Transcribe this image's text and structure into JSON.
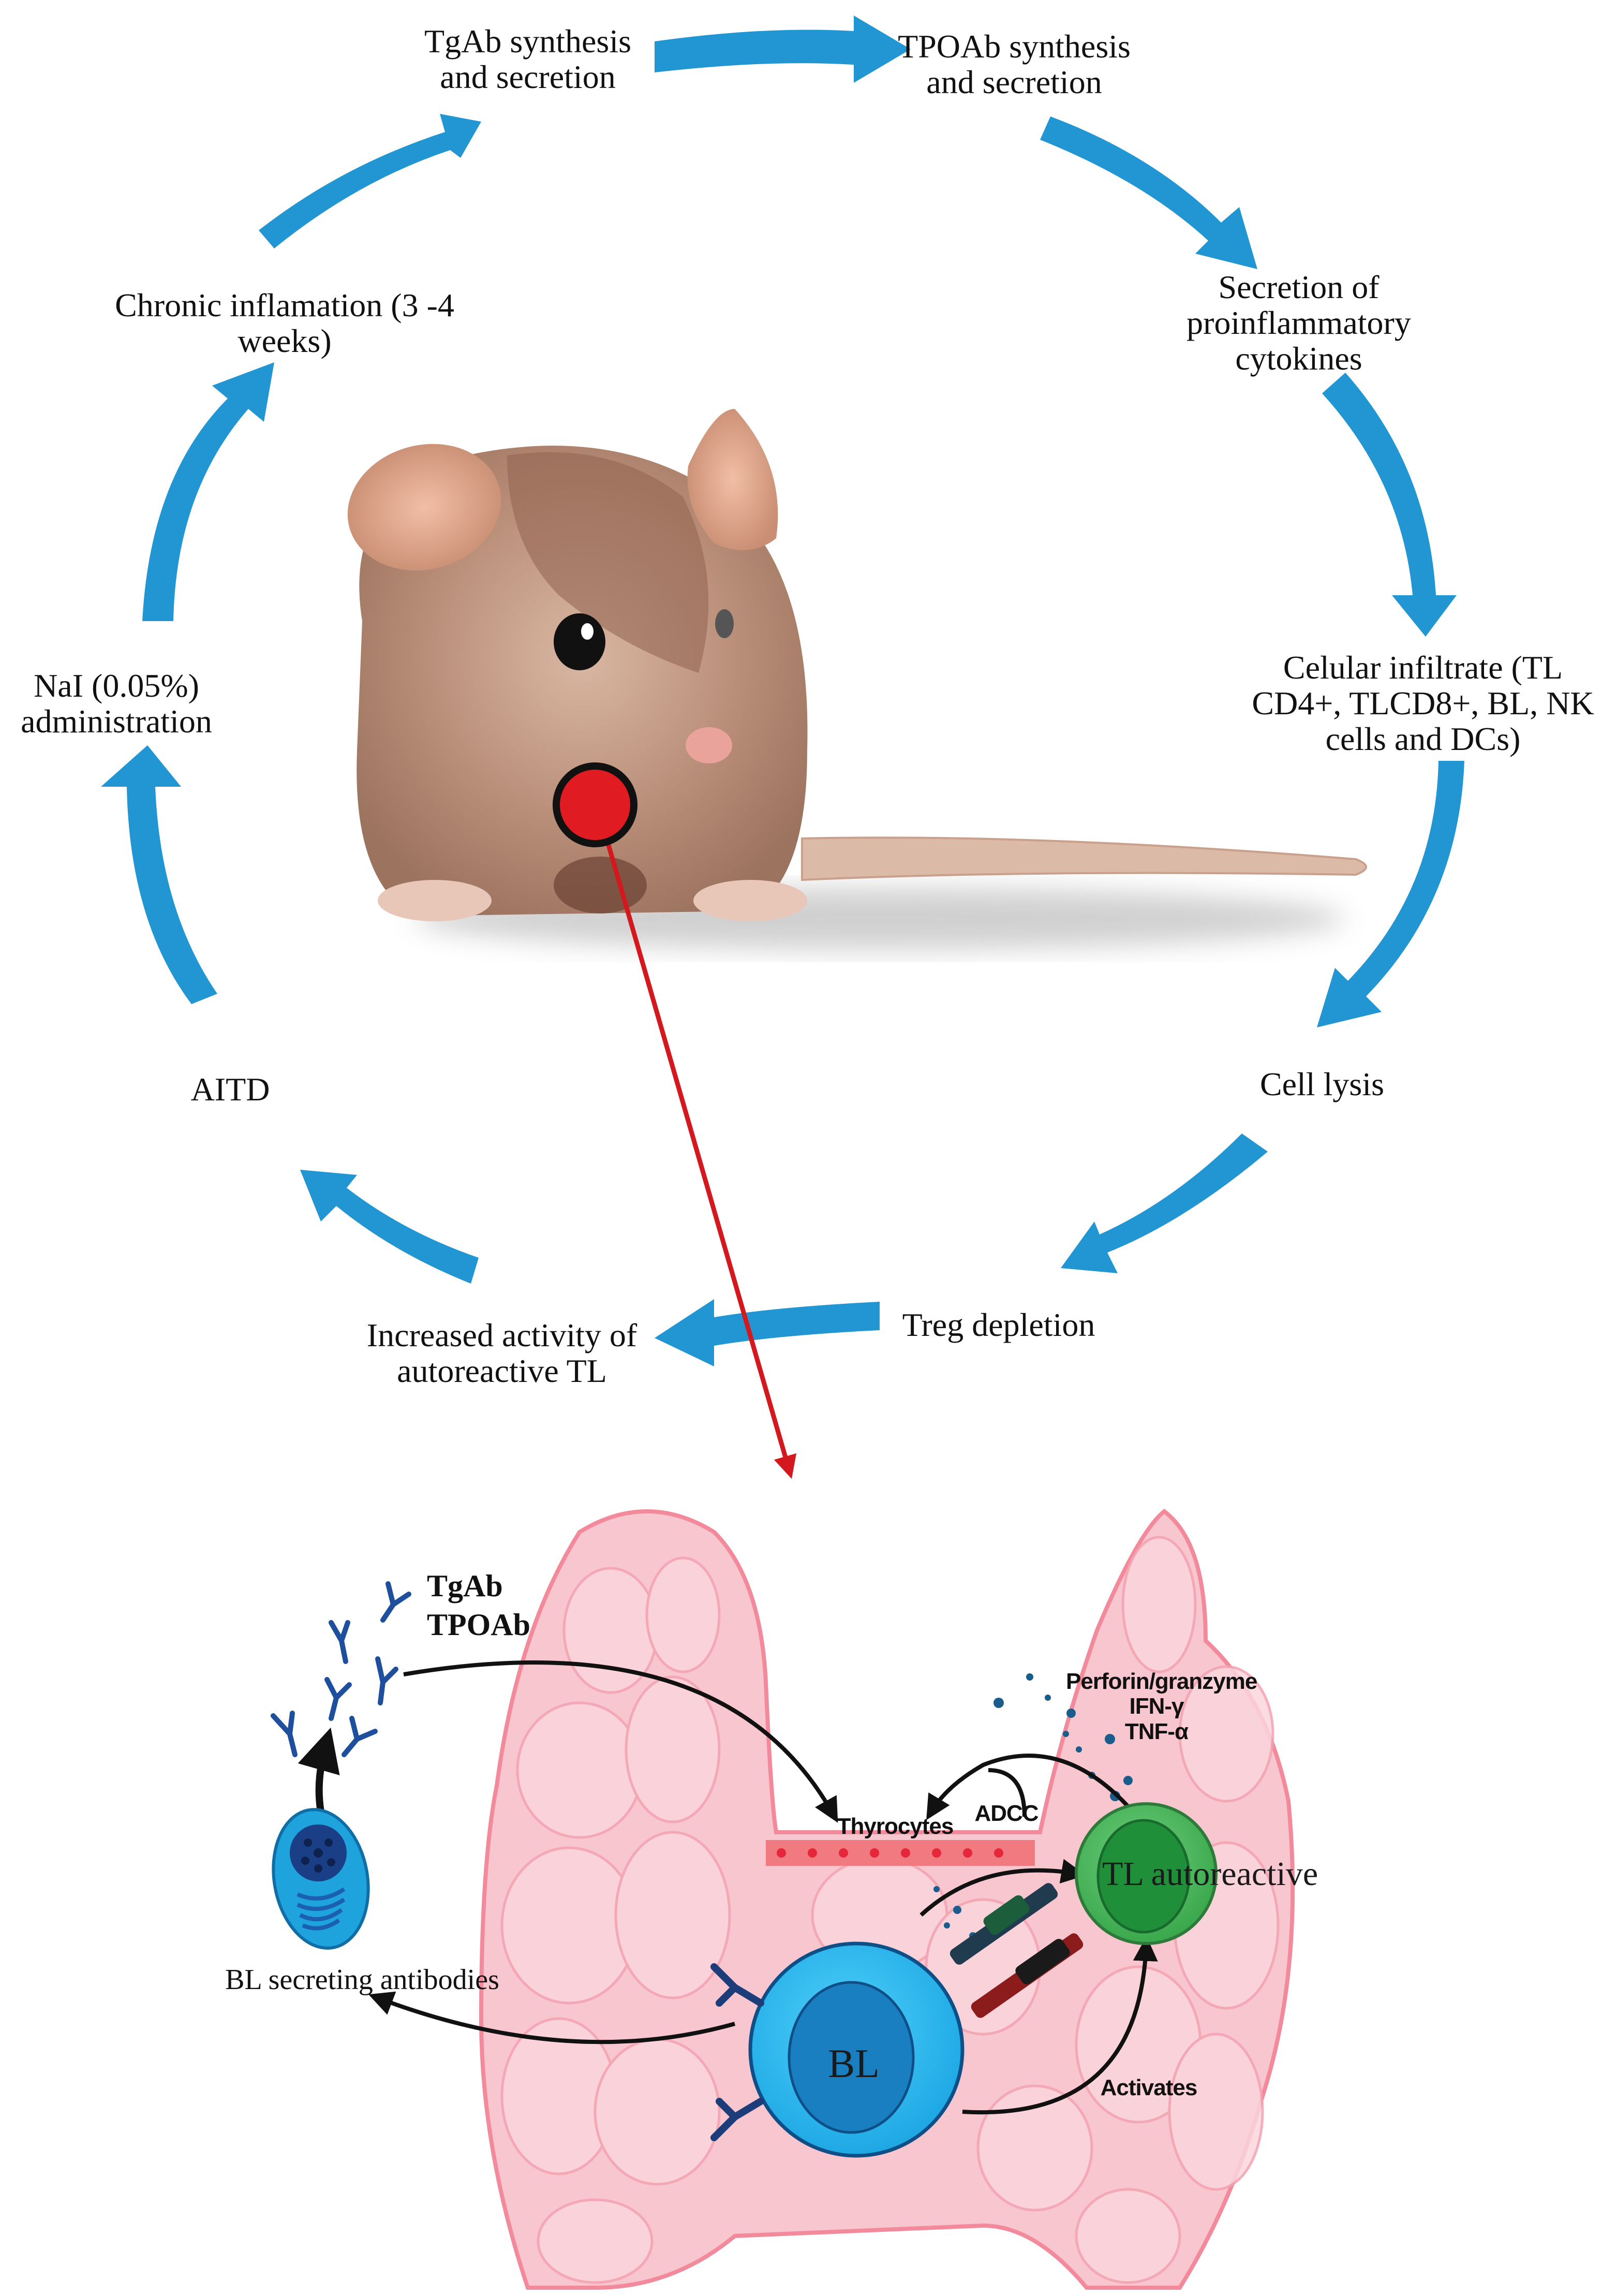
{
  "figure": {
    "cycle_steps": [
      {
        "id": "tgab",
        "text": "TgAb synthesis\nand secretion"
      },
      {
        "id": "tpoab",
        "text": "TPOAb synthesis\nand secretion"
      },
      {
        "id": "cytokines",
        "text": "Secretion of\nproinflammatory\ncytokines"
      },
      {
        "id": "infiltrate",
        "text": "Celular infiltrate (TL\nCD4+, TLCD8+, BL, NK\ncells and DCs)"
      },
      {
        "id": "lysis",
        "text": "Cell lysis"
      },
      {
        "id": "treg",
        "text": "Treg depletion"
      },
      {
        "id": "autoreactive",
        "text": "Increased activity of\nautoreactive TL"
      },
      {
        "id": "aitd",
        "text": "AITD"
      },
      {
        "id": "nai",
        "text": "NaI (0.05%)\nadministration"
      },
      {
        "id": "chronic",
        "text": "Chronic inflamation (3 -4\nweeks)"
      }
    ],
    "thyroid_panel": {
      "antibodies_label_1": "TgAb",
      "antibodies_label_2": "TPOAb",
      "cytotoxic_molecules": "Perforin/granzyme\nIFN-γ\nTNF-α",
      "adcc": "ADCC",
      "thyrocytes": "Thyrocytes",
      "tl_cell": "TL autoreactive",
      "bl_cell": "BL",
      "plasma_cell": "BL secreting antibodies",
      "activates": "Activates"
    },
    "colors": {
      "cycle_arrow": "#2196d3",
      "pointer_line": "#d3181e",
      "thyroid": "#f8c6cf",
      "thyroid_outline": "#f28a9c",
      "bl_cell": "#29b6ee",
      "bl_nucleus": "#1a7fc0",
      "tl_cell": "#4cb85c",
      "tl_nucleus": "#1f8f3a",
      "antibody": "#1d4f9c"
    }
  }
}
